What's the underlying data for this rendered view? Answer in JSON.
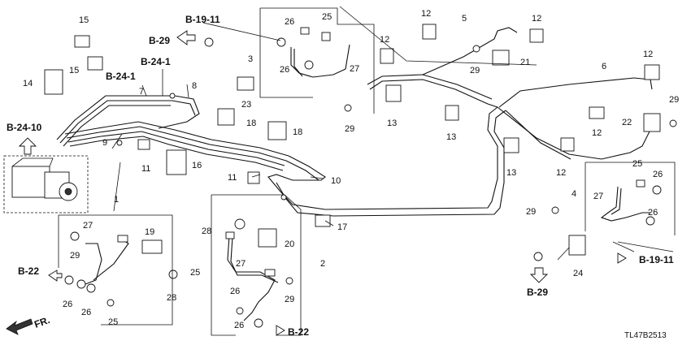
{
  "diagram_code": "TL47B2513",
  "direction_label": "FR.",
  "ref_labels": {
    "b19_11_top": "B-19-11",
    "b29_top": "B-29",
    "b24_1_a": "B-24-1",
    "b24_1_b": "B-24-1",
    "b24_10": "B-24-10",
    "b22_left": "B-22",
    "b22_bottom": "B-22",
    "b19_11_right": "B-19-11",
    "b29_bottom": "B-29"
  },
  "callouts": [
    {
      "id": "c15a",
      "text": "15"
    },
    {
      "id": "c15b",
      "text": "15"
    },
    {
      "id": "c14",
      "text": "14"
    },
    {
      "id": "c7",
      "text": "7"
    },
    {
      "id": "c8",
      "text": "8"
    },
    {
      "id": "c9",
      "text": "9"
    },
    {
      "id": "c11a",
      "text": "11"
    },
    {
      "id": "c16",
      "text": "16"
    },
    {
      "id": "c3",
      "text": "3"
    },
    {
      "id": "c26a",
      "text": "26"
    },
    {
      "id": "c25a",
      "text": "25"
    },
    {
      "id": "c26b",
      "text": "26"
    },
    {
      "id": "c27a",
      "text": "27"
    },
    {
      "id": "c23",
      "text": "23"
    },
    {
      "id": "c29a",
      "text": "29"
    },
    {
      "id": "c18a",
      "text": "18"
    },
    {
      "id": "c18b",
      "text": "18"
    },
    {
      "id": "c12a",
      "text": "12"
    },
    {
      "id": "c5",
      "text": "5"
    },
    {
      "id": "c12b",
      "text": "12"
    },
    {
      "id": "c12c",
      "text": "12"
    },
    {
      "id": "c29b",
      "text": "29"
    },
    {
      "id": "c21",
      "text": "21"
    },
    {
      "id": "c6",
      "text": "6"
    },
    {
      "id": "c12d",
      "text": "12"
    },
    {
      "id": "c13a",
      "text": "13"
    },
    {
      "id": "c13b",
      "text": "13"
    },
    {
      "id": "c13c",
      "text": "13"
    },
    {
      "id": "c29c",
      "text": "29"
    },
    {
      "id": "c22",
      "text": "22"
    },
    {
      "id": "c12e",
      "text": "12"
    },
    {
      "id": "c12f",
      "text": "12"
    },
    {
      "id": "c11b",
      "text": "11"
    },
    {
      "id": "c10",
      "text": "10"
    },
    {
      "id": "c17",
      "text": "17"
    },
    {
      "id": "c1",
      "text": "1"
    },
    {
      "id": "c27b",
      "text": "27"
    },
    {
      "id": "c19",
      "text": "19"
    },
    {
      "id": "c29d",
      "text": "29"
    },
    {
      "id": "c25b",
      "text": "25"
    },
    {
      "id": "c28a",
      "text": "28"
    },
    {
      "id": "c26c",
      "text": "26"
    },
    {
      "id": "c26d",
      "text": "26"
    },
    {
      "id": "c25c",
      "text": "25"
    },
    {
      "id": "c28b",
      "text": "28"
    },
    {
      "id": "c20",
      "text": "20"
    },
    {
      "id": "c27c",
      "text": "27"
    },
    {
      "id": "c2",
      "text": "2"
    },
    {
      "id": "c29e",
      "text": "29"
    },
    {
      "id": "c26e",
      "text": "26"
    },
    {
      "id": "c26f",
      "text": "26"
    },
    {
      "id": "c4",
      "text": "4"
    },
    {
      "id": "c25d",
      "text": "25"
    },
    {
      "id": "c26g",
      "text": "26"
    },
    {
      "id": "c27d",
      "text": "27"
    },
    {
      "id": "c29f",
      "text": "29"
    },
    {
      "id": "c26h",
      "text": "26"
    },
    {
      "id": "c24",
      "text": "24"
    }
  ]
}
